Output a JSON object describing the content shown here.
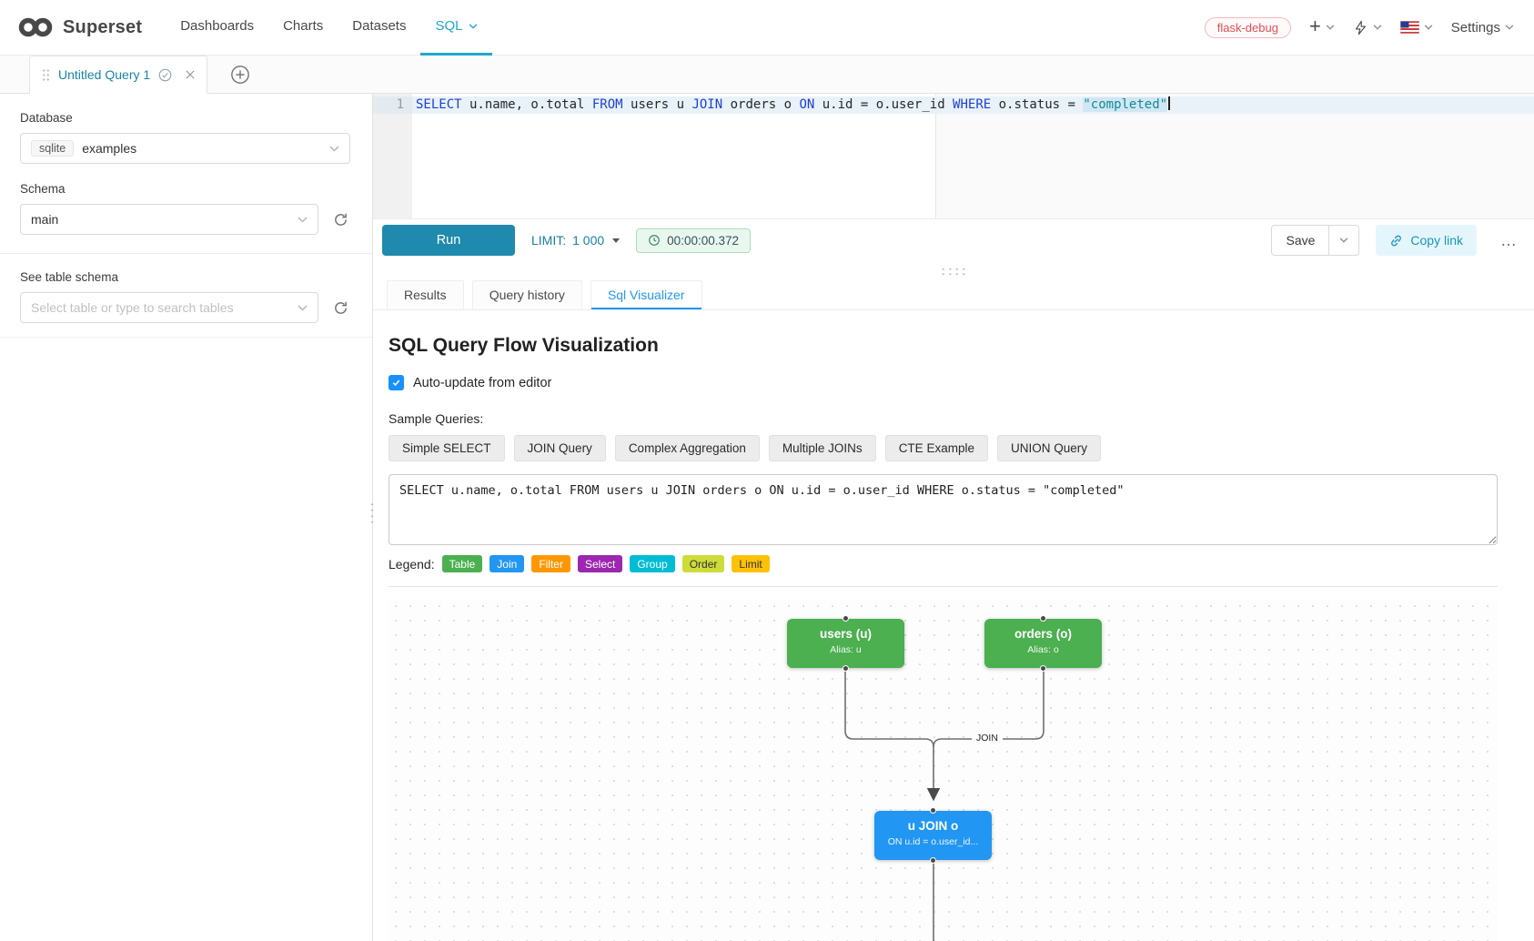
{
  "navbar": {
    "brand": "Superset",
    "items": [
      "Dashboards",
      "Charts",
      "Datasets",
      "SQL"
    ],
    "env_badge": "flask-debug",
    "settings_label": "Settings"
  },
  "tabbar": {
    "tab_title": "Untitled Query 1"
  },
  "sidebar": {
    "database_label": "Database",
    "database_engine": "sqlite",
    "database_value": "examples",
    "schema_label": "Schema",
    "schema_value": "main",
    "table_section_label": "See table schema",
    "table_placeholder": "Select table or type to search tables"
  },
  "editor": {
    "line_number": "1",
    "tokens": [
      "SELECT",
      " u.name, o.total ",
      "FROM",
      " users u ",
      "JOIN",
      " orders o ",
      "ON",
      " u.id = o.user_id ",
      "WHERE",
      " o.status = ",
      "\"completed\""
    ]
  },
  "toolbar": {
    "run": "Run",
    "limit_label": "LIMIT:",
    "limit_value": "1 000",
    "timer": "00:00:00.372",
    "save": "Save",
    "copy_link": "Copy link",
    "more": "…"
  },
  "result_tabs": {
    "results": "Results",
    "history": "Query history",
    "visualizer": "Sql Visualizer"
  },
  "visualizer": {
    "title": "SQL Query Flow Visualization",
    "auto_update": "Auto-update from editor",
    "samples_label": "Sample Queries:",
    "samples": [
      "Simple SELECT",
      "JOIN Query",
      "Complex Aggregation",
      "Multiple JOINs",
      "CTE Example",
      "UNION Query"
    ],
    "query_text": "SELECT u.name, o.total FROM users u JOIN orders o ON u.id = o.user_id WHERE o.status = \"completed\"",
    "legend_label": "Legend:",
    "legend": [
      {
        "label": "Table",
        "color": "#4CAF50"
      },
      {
        "label": "Join",
        "color": "#2196F3"
      },
      {
        "label": "Filter",
        "color": "#FF9800"
      },
      {
        "label": "Select",
        "color": "#9C27B0"
      },
      {
        "label": "Group",
        "color": "#00BCD4"
      },
      {
        "label": "Order",
        "color": "#CDDC39"
      },
      {
        "label": "Limit",
        "color": "#FFC107"
      }
    ],
    "diagram": {
      "edge_label": "JOIN",
      "nodes": [
        {
          "title": "users (u)",
          "subtitle": "Alias: u",
          "color": "#4CAF50"
        },
        {
          "title": "orders (o)",
          "subtitle": "Alias: o",
          "color": "#4CAF50"
        },
        {
          "title": "u JOIN o",
          "subtitle": "ON u.id = o.user_id...",
          "color": "#2196F3"
        }
      ]
    }
  },
  "colors": {
    "accent": "#20a7c9",
    "run_button": "#1f8aad",
    "active_result_tab": "#2196f3",
    "timer_bg": "#e9f8ef"
  }
}
